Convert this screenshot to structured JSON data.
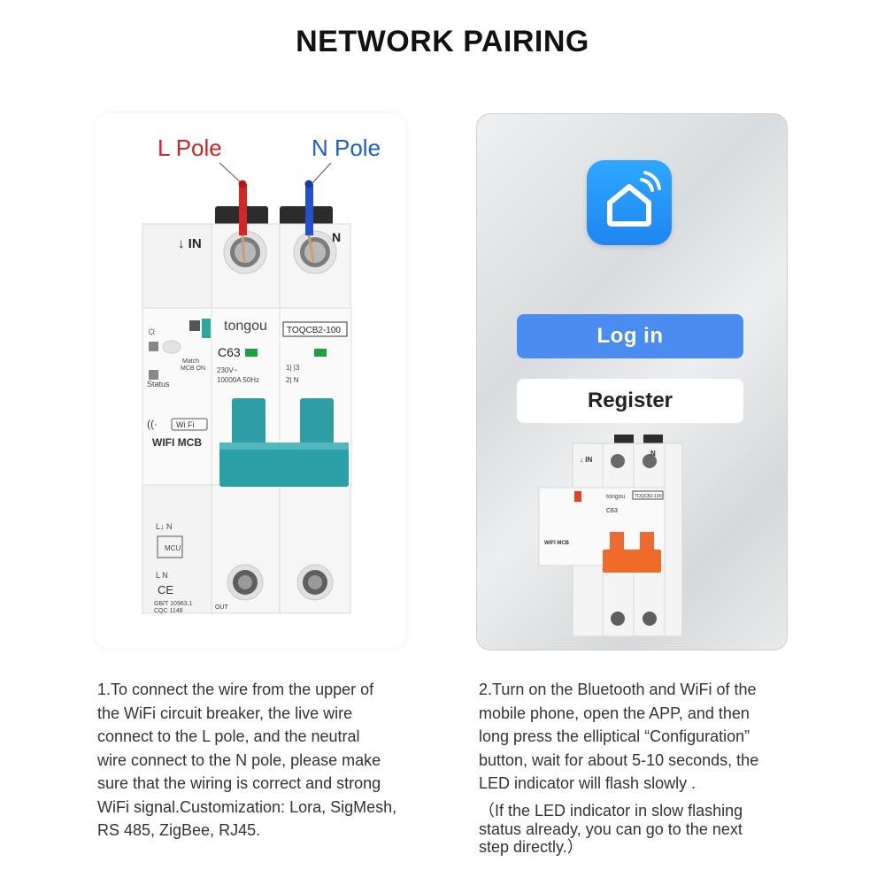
{
  "title": "NETWORK PAIRING",
  "left_panel": {
    "l_pole_label": "L Pole",
    "n_pole_label": "N Pole",
    "breaker": {
      "in_label": "↓ IN",
      "n_label": "N",
      "brand": "tongou",
      "model": "TOQCB2-100",
      "rating": "C63",
      "spec_voltage": "230V~",
      "spec_current": "10000A  50Hz",
      "match_label": "Match",
      "mcb_on_label": "MCB ON",
      "status_label": "Status",
      "wifi_badge": "Wi  Fi",
      "wifi_mcb": "WIFI MCB",
      "cert_line1": "GB/T 10963.1",
      "cert_line2": "CQC 1148",
      "out_label": "OUT",
      "ce_mark": "CE"
    }
  },
  "right_panel": {
    "app_icon": "smart-home-app-icon",
    "login_label": "Log in",
    "register_label": "Register",
    "mini_breaker": {
      "in_label": "↓ IN",
      "n_label": "N",
      "brand": "tongou",
      "model": "TOQCB2-100",
      "rating": "C63",
      "wifi_mcb": "WIFI MCB"
    }
  },
  "steps": {
    "step1": "1.To connect the wire from the upper of\n the  WiFi circuit breaker, the live wire\nconnect to the L pole, and the neutral\nwire connect to the N pole, please make\n sure that the wiring is correct and strong\nWiFi signal.Customization: Lora, SigMesh,\nRS 485, ZigBee, RJ45.",
    "step2": "2.Turn on the Bluetooth and WiFi of the\nmobile phone, open the APP, and then\nlong press the elliptical “Configuration”\nbutton, wait for about 5-10 seconds, the\nLED indicator will flash slowly .",
    "note": " （If the LED indicator in slow flashing\nstatus already, you can go to the next\nstep directly.）"
  },
  "colors": {
    "l_pole": "#d32222",
    "n_pole": "#1f5fc4",
    "toggle_teal": "#2a9fa6",
    "toggle_orange": "#f06a2a",
    "login_blue": "#4a8cf0"
  }
}
